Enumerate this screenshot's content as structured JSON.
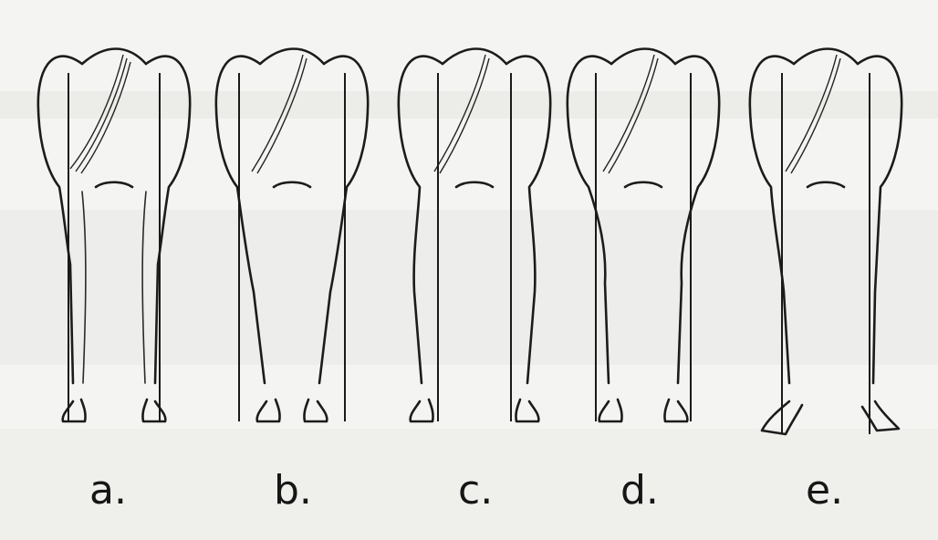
{
  "figure": {
    "panels": [
      {
        "label": "a."
      },
      {
        "label": "b."
      },
      {
        "label": "c."
      },
      {
        "label": "d."
      },
      {
        "label": "e."
      }
    ]
  }
}
